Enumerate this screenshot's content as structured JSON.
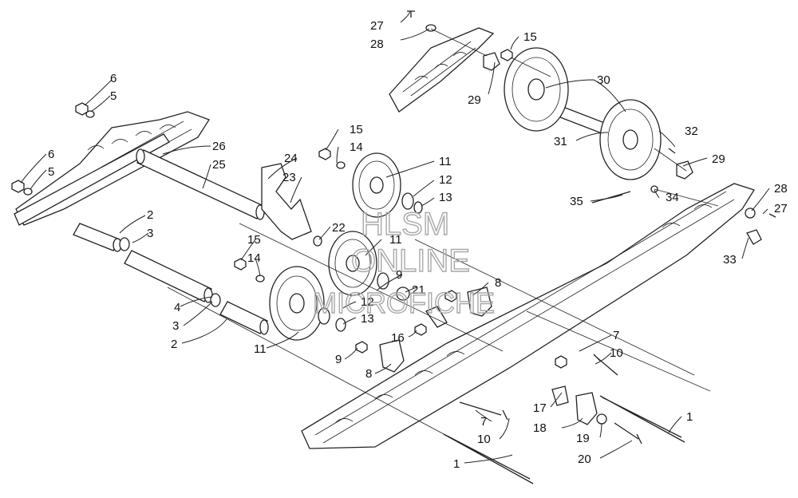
{
  "watermark": {
    "line1": "HLSM",
    "line2": "ONLINE",
    "line3": "MICROFICHE"
  },
  "callouts": [
    {
      "id": "c27a",
      "text": "27"
    },
    {
      "id": "c28a",
      "text": "28"
    },
    {
      "id": "c15a",
      "text": "15"
    },
    {
      "id": "c30",
      "text": "30"
    },
    {
      "id": "c29a",
      "text": "29"
    },
    {
      "id": "c6a",
      "text": "6"
    },
    {
      "id": "c5a",
      "text": "5"
    },
    {
      "id": "c31",
      "text": "31"
    },
    {
      "id": "c32",
      "text": "32"
    },
    {
      "id": "c6b",
      "text": "6"
    },
    {
      "id": "c5b",
      "text": "5"
    },
    {
      "id": "c26",
      "text": "26"
    },
    {
      "id": "c25",
      "text": "25"
    },
    {
      "id": "c15b",
      "text": "15"
    },
    {
      "id": "c14a",
      "text": "14"
    },
    {
      "id": "c24",
      "text": "24"
    },
    {
      "id": "c23",
      "text": "23"
    },
    {
      "id": "c11a",
      "text": "11"
    },
    {
      "id": "c12a",
      "text": "12"
    },
    {
      "id": "c13a",
      "text": "13"
    },
    {
      "id": "c29b",
      "text": "29"
    },
    {
      "id": "c35",
      "text": "35"
    },
    {
      "id": "c34",
      "text": "34"
    },
    {
      "id": "c28b",
      "text": "28"
    },
    {
      "id": "c27b",
      "text": "27"
    },
    {
      "id": "c2a",
      "text": "2"
    },
    {
      "id": "c3a",
      "text": "3"
    },
    {
      "id": "c22",
      "text": "22"
    },
    {
      "id": "c11b",
      "text": "11"
    },
    {
      "id": "c15c",
      "text": "15"
    },
    {
      "id": "c14b",
      "text": "14"
    },
    {
      "id": "c33",
      "text": "33"
    },
    {
      "id": "c9a",
      "text": "9"
    },
    {
      "id": "c8a",
      "text": "8"
    },
    {
      "id": "c21",
      "text": "21"
    },
    {
      "id": "c12b",
      "text": "12"
    },
    {
      "id": "c4",
      "text": "4"
    },
    {
      "id": "c13b",
      "text": "13"
    },
    {
      "id": "c3b",
      "text": "3"
    },
    {
      "id": "c2b",
      "text": "2"
    },
    {
      "id": "c16",
      "text": "16"
    },
    {
      "id": "c11c",
      "text": "11"
    },
    {
      "id": "c7a",
      "text": "7"
    },
    {
      "id": "c10a",
      "text": "10"
    },
    {
      "id": "c9b",
      "text": "9"
    },
    {
      "id": "c8b",
      "text": "8"
    },
    {
      "id": "c17",
      "text": "17"
    },
    {
      "id": "c7b",
      "text": "7"
    },
    {
      "id": "c1a",
      "text": "1"
    },
    {
      "id": "c18",
      "text": "18"
    },
    {
      "id": "c19",
      "text": "19"
    },
    {
      "id": "c10b",
      "text": "10"
    },
    {
      "id": "c20",
      "text": "20"
    },
    {
      "id": "c1b",
      "text": "1"
    }
  ]
}
